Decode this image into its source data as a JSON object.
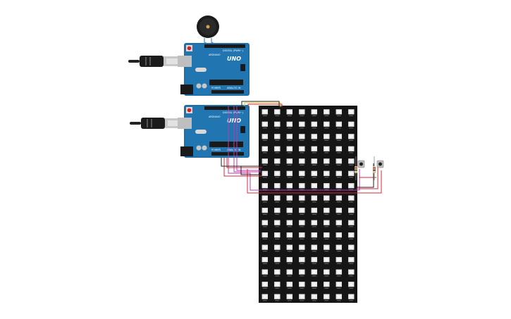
{
  "circuit": {
    "arduino_top": {
      "model": "UNO",
      "brand": "ARDUINO",
      "header_label": "DIGITAL (PWM~)",
      "power_label": "POWER",
      "analog_label": "ANALOG IN"
    },
    "arduino_bottom": {
      "model": "UNO",
      "brand": "ARDUINO",
      "header_label": "DIGITAL (PWM~)",
      "power_label": "POWER",
      "analog_label": "ANALOG IN"
    },
    "led_matrix": {
      "rows": 16,
      "cols": 8
    },
    "components": [
      "piezo-buzzer",
      "usb-cable",
      "usb-cable",
      "push-button",
      "push-button",
      "resistor",
      "resistor"
    ]
  },
  "colors": {
    "board_blue": "#1f6fa7",
    "matrix_bg": "#151515",
    "led_body": "#e8e8e8",
    "wire_red": "#d8283a",
    "wire_black": "#222222",
    "wire_magenta": "#c03ab0",
    "wire_yellow": "#e7c52a",
    "wire_blue": "#2a6fd0"
  }
}
